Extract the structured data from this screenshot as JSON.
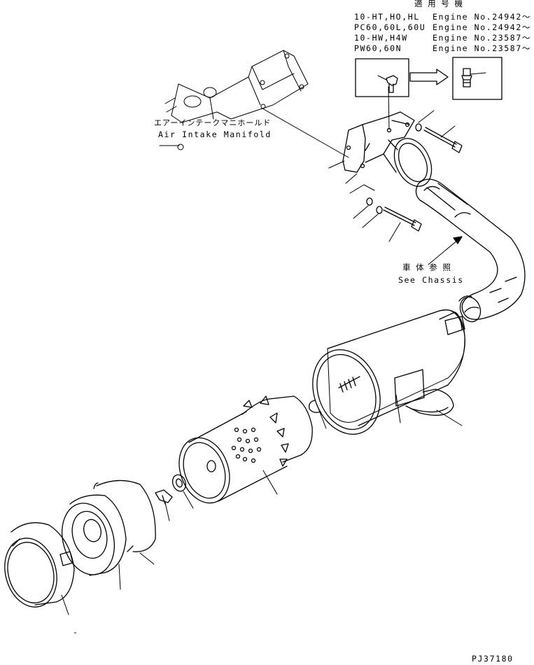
{
  "applicable_models": {
    "heading": "適 用 号 機",
    "rows": [
      {
        "model": "10-HT,HO,HL",
        "engine": "Engine No.24942～"
      },
      {
        "model": "PC60,60L,60U",
        "engine": "Engine No.24942～"
      },
      {
        "model": "10-HW,H4W",
        "engine": "Engine No.23587～"
      },
      {
        "model": "PW60,60N",
        "engine": "Engine No.23587～"
      }
    ]
  },
  "labels": {
    "manifold_jp": "エアーインテークマニホールド",
    "manifold_en": "Air Intake Manifold",
    "chassis_jp": "車 体 参 照",
    "chassis_en": "See Chassis",
    "bottom_mark": "-",
    "drawing_code": "PJ37180"
  },
  "colors": {
    "line": "#000000",
    "background": "#ffffff"
  }
}
